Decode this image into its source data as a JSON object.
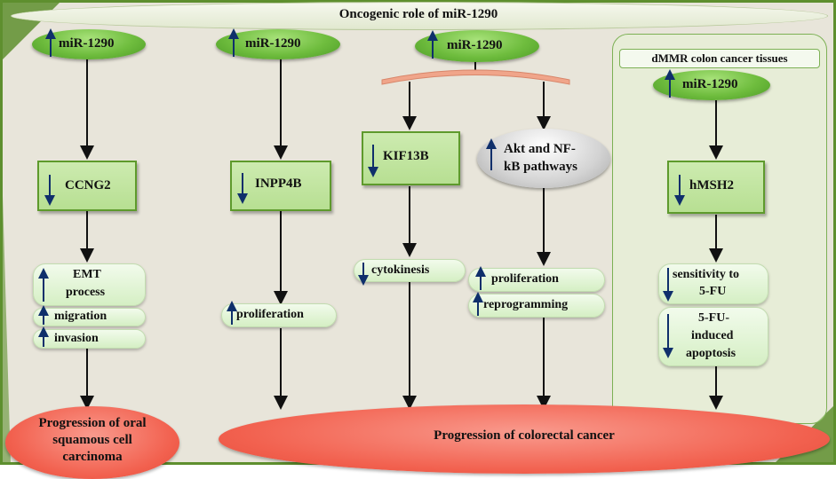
{
  "title": "Oncogenic role of miR-1290",
  "colors": {
    "frame": "#5e8f2e",
    "arrow": "#0f2f6b",
    "green_pill": "#6fbd3e",
    "red_outcome": "#f2614f"
  },
  "mirna_label": "miR-1290",
  "dmmr_label": "dMMR colon cancer tissues",
  "targets": {
    "ccng2": "CCNG2",
    "inpp4b": "INPP4B",
    "kif13b": "KIF13B",
    "akt_line1": "Akt and NF-",
    "akt_line2": "kB pathways",
    "hmsh2": "hMSH2"
  },
  "effects": {
    "emt_line1": "EMT",
    "emt_line2": "process",
    "migration": "migration",
    "invasion": "invasion",
    "proliferation": "proliferation",
    "cytokinesis": "cytokinesis",
    "reprogramming": "reprogramming",
    "sensitivity_line1": "sensitivity to",
    "sensitivity_line2": "5-FU",
    "apoptosis_line1": "5-FU-",
    "apoptosis_line2": "induced",
    "apoptosis_line3": "apoptosis"
  },
  "outcomes": {
    "oral_line1": "Progression of oral",
    "oral_line2": "squamous cell",
    "oral_line3": "carcinoma",
    "colorectal": "Progression of colorectal cancer"
  },
  "icons": {
    "up": "up-arrow-icon",
    "down": "down-arrow-icon"
  }
}
